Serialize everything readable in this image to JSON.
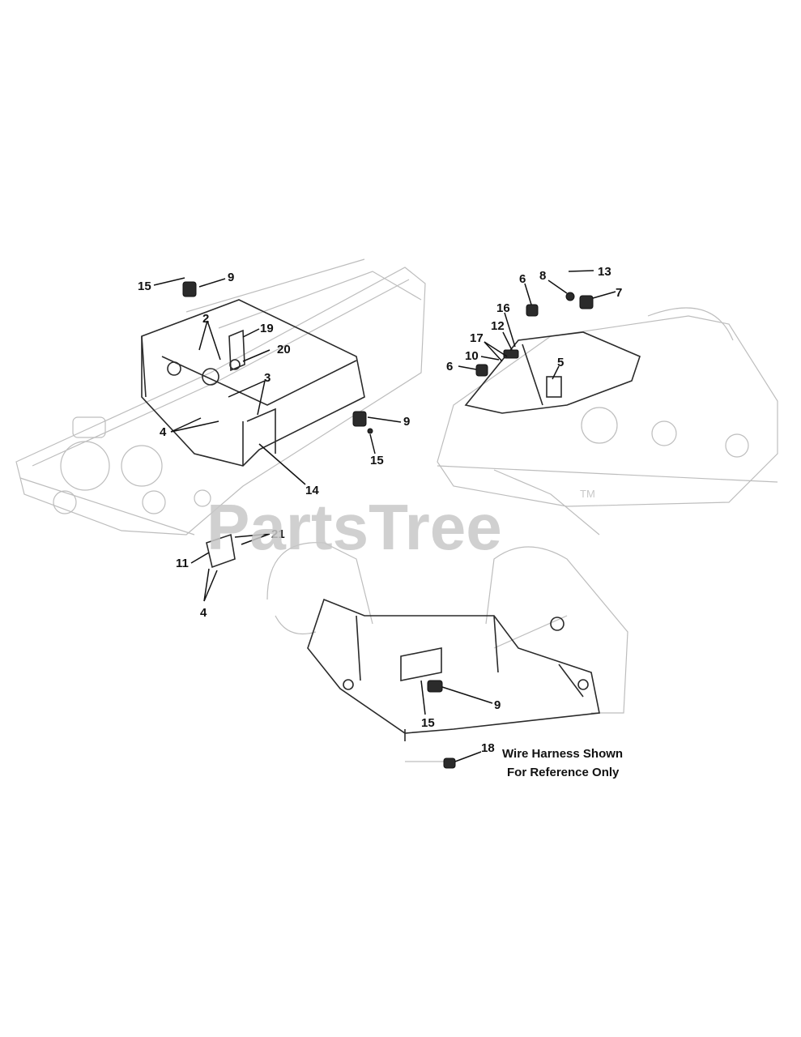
{
  "watermark": {
    "brand": "PartsTree",
    "trademark": "TM"
  },
  "note": {
    "line1": "Wire Harness Shown",
    "line2": "For Reference Only"
  },
  "callouts": {
    "c2": "2",
    "c3": "3",
    "c4a": "4",
    "c4b": "4",
    "c5": "5",
    "c6a": "6",
    "c6b": "6",
    "c7": "7",
    "c8": "8",
    "c9a": "9",
    "c9b": "9",
    "c9c": "9",
    "c10": "10",
    "c11": "11",
    "c12": "12",
    "c13": "13",
    "c14": "14",
    "c15a": "15",
    "c15b": "15",
    "c15c": "15",
    "c16": "16",
    "c17": "17",
    "c18": "18",
    "c19": "19",
    "c20": "20",
    "c21": "21"
  }
}
